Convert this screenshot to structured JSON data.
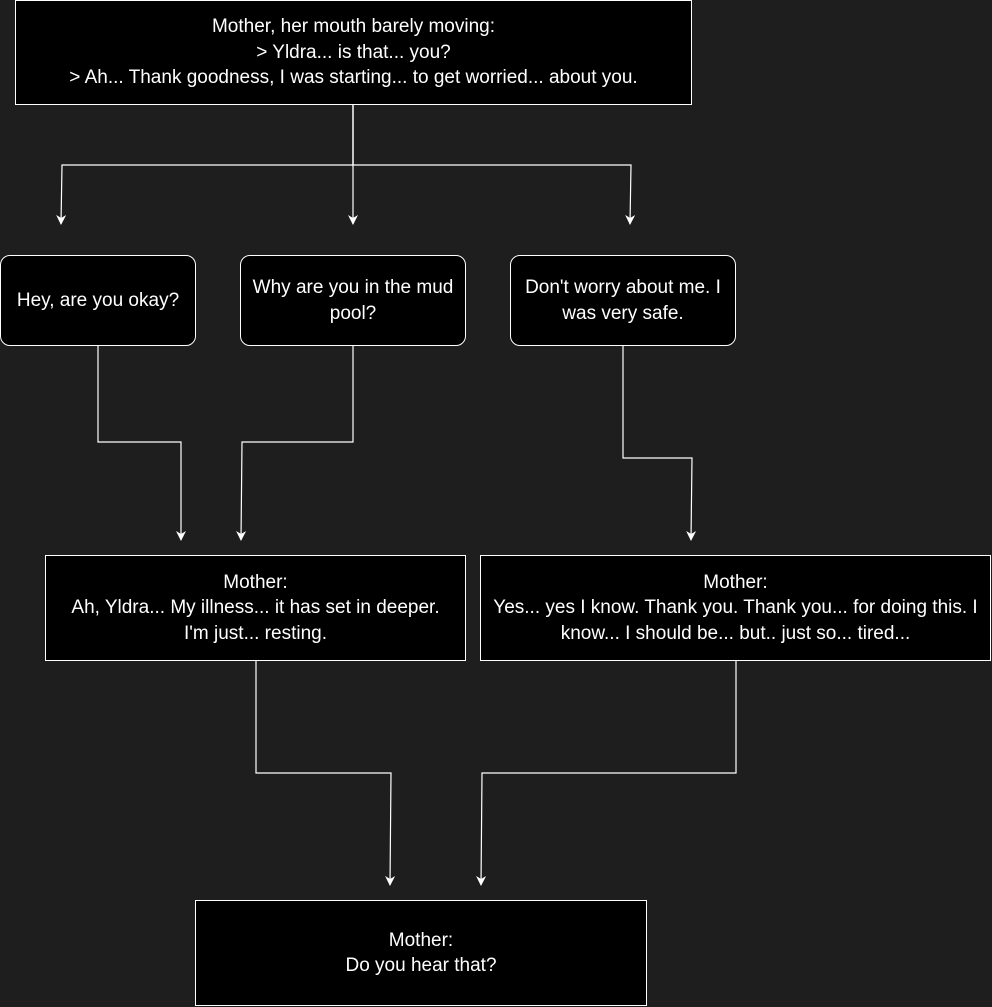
{
  "diagram": {
    "nodes": [
      {
        "id": "opening",
        "text": "Mother, her mouth barely moving:\n> Yldra... is that... you?\n> Ah... Thank goodness, I was starting... to get worried... about you."
      },
      {
        "id": "choice-okay",
        "text": "Hey, are you okay?"
      },
      {
        "id": "choice-mud",
        "text": "Why are you in the mud pool?"
      },
      {
        "id": "choice-safe",
        "text": "Don't worry about me. I was very safe."
      },
      {
        "id": "illness",
        "text": "Mother:\nAh, Yldra... My illness... it has set in deeper.\nI'm just... resting."
      },
      {
        "id": "tired",
        "text": "Mother:\nYes... yes I know. Thank you. Thank you... for doing this. I know... I should be... but.. just so... tired..."
      },
      {
        "id": "hear",
        "text": "Mother:\nDo you hear that?"
      }
    ],
    "edges": [
      {
        "from": "opening",
        "to": "choice-okay"
      },
      {
        "from": "opening",
        "to": "choice-mud"
      },
      {
        "from": "opening",
        "to": "choice-safe"
      },
      {
        "from": "choice-okay",
        "to": "illness"
      },
      {
        "from": "choice-mud",
        "to": "illness"
      },
      {
        "from": "choice-safe",
        "to": "tired"
      },
      {
        "from": "illness",
        "to": "hear"
      },
      {
        "from": "tired",
        "to": "hear"
      }
    ],
    "colors": {
      "background": "#1e1e1e",
      "node_fill": "#000000",
      "stroke": "#ffffff",
      "text": "#ffffff"
    }
  }
}
